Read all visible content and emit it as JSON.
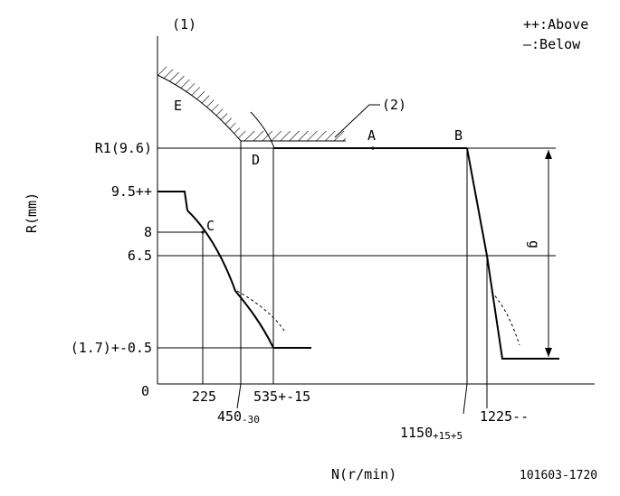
{
  "figure": {
    "ref_marker_1": "(1)",
    "ref_marker_2": "(2)",
    "legend_above": "++:Above",
    "legend_below": "—:Below",
    "y_axis_title": "R(mm)",
    "x_axis_title": "N(r/min)",
    "figure_id": "101603-1720",
    "origin_label": "0",
    "gap_label": "g"
  },
  "y_labels": {
    "r1": "R1(9.6)",
    "r95": "9.5++",
    "r8": "8",
    "r65": "6.5",
    "r17": "(1.7)+-0.5"
  },
  "x_labels": {
    "n225": "225",
    "n450_main": "450",
    "n450_sub": "-30",
    "n535": "535+-15",
    "n1150_main": "1150",
    "n1150_sub": "+15+5",
    "n1225": "1225--"
  },
  "points": {
    "A": "A",
    "B": "B",
    "C": "C",
    "D": "D",
    "E": "E"
  }
}
